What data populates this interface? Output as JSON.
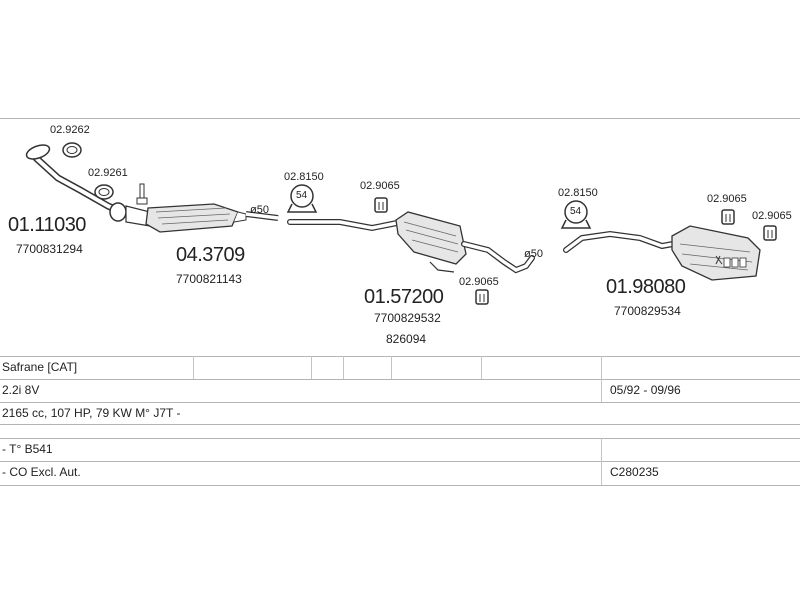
{
  "parts": {
    "p1_ref": "02.9262",
    "p2_ref": "02.9261",
    "p3_code": "01.11030",
    "p3_oem": "7700831294",
    "p4_code": "04.3709",
    "p4_oem": "7700821143",
    "p5_ref": "02.8150",
    "p5_dia": "54",
    "pipe1_dia": "ø50",
    "p6_ref": "02.9065",
    "p7_code": "01.57200",
    "p7_oem": "7700829532",
    "p7_extra": "826094",
    "p8_ref": "02.9065",
    "pipe2_dia": "ø50",
    "p9_ref": "02.8150",
    "p9_dia": "54",
    "p10_ref": "02.9065",
    "p11_ref": "02.9065",
    "p12_code": "01.98080",
    "p12_oem": "7700829534"
  },
  "table": {
    "model": "Safrane  [CAT]",
    "engine": "2.2i  8V",
    "years": "05/92 - 09/96",
    "specs": "2165 cc, 107 HP, 79 KW M° J7T -",
    "type": "- T° B541",
    "notes": "- CO Excl. Aut.",
    "ref": "C280235"
  },
  "colors": {
    "line": "#333333",
    "rule": "#b4b4b4",
    "fill": "#e6e6e6"
  }
}
